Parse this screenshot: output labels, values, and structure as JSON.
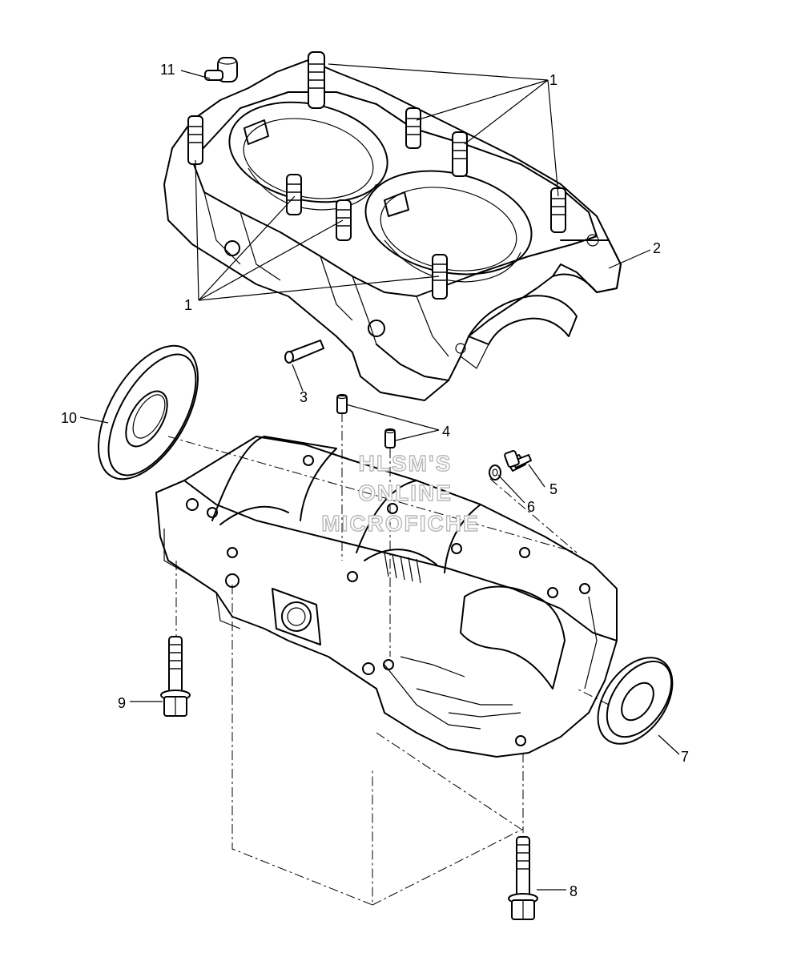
{
  "callouts": {
    "c1_top": "1",
    "c1_bottom": "1",
    "c2": "2",
    "c3": "3",
    "c4": "4",
    "c5": "5",
    "c6": "6",
    "c7": "7",
    "c8": "8",
    "c9": "9",
    "c10": "10",
    "c11": "11"
  },
  "watermark": {
    "line1": "HLSM'S",
    "line2": "ONLINE",
    "line3": "MICROFICHE"
  }
}
